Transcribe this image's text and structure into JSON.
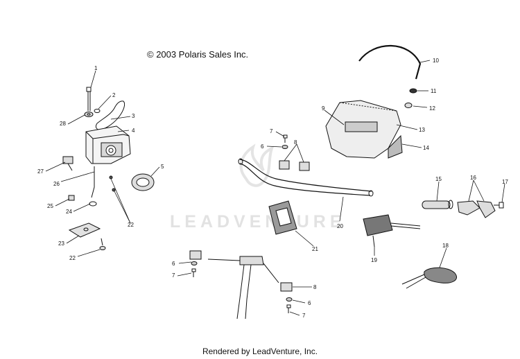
{
  "copyright": "© 2003 Polaris Sales Inc.",
  "watermark": "LEADVENTURE",
  "footer": "Rendered by LeadVenture, Inc.",
  "callouts": [
    "1",
    "2",
    "3",
    "4",
    "5",
    "6",
    "7",
    "8",
    "9",
    "10",
    "11",
    "12",
    "13",
    "14",
    "15",
    "16",
    "17",
    "18",
    "19",
    "20",
    "21",
    "22",
    "23",
    "24",
    "25",
    "26",
    "27",
    "28"
  ]
}
